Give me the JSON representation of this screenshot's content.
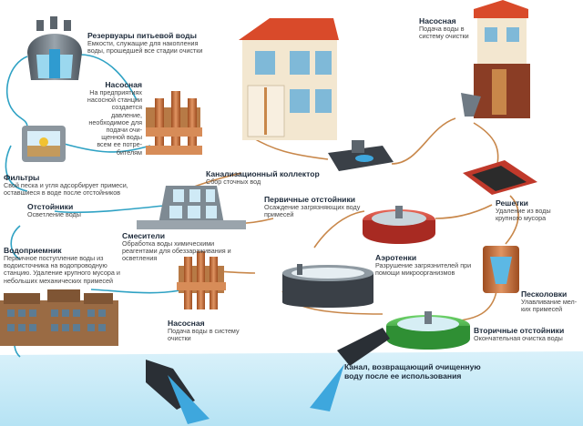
{
  "colors": {
    "pipe": "#2fa2c4",
    "water": "#8fd4ec",
    "brown_pipe": "#c8874a",
    "copper": "#c86d34",
    "building": "#f3e7d0",
    "roof": "#d94a2a",
    "tank_steel": "#6f7a84"
  },
  "labels": {
    "reservoirs": {
      "title": "Резервуары питьевой воды",
      "desc": "Емкости, служащие для накопления воды, прошедшей все стадии очистки"
    },
    "pump_upper": {
      "title": "Насосная",
      "desc": "На предприяти­ях насосной станции созда­ется давление, необходимое для подачи очи­щенной воды всем ее потре­бителям"
    },
    "filters": {
      "title": "Фильтры",
      "desc": "Свой песка и угля адсорбирует примеси, оставшиеся в воде после отстойников"
    },
    "settlers": {
      "title": "Отстойники",
      "desc": "Осветление воды"
    },
    "intake": {
      "title": "Водоприемник",
      "desc": "Первичное поступление воды из водоисточника на водопро­водную станцию. Удаление крупного мусора и небольших механических примесей"
    },
    "mixers": {
      "title": "Смесители",
      "desc": "Обработка воды химическими реагентами для обеззараживания и осветления"
    },
    "pump_lower": {
      "title": "Насосная",
      "desc": "Подача воды в систему очистки"
    },
    "collector": {
      "title": "Канализационный коллектор",
      "desc": "Сбор сточных вод"
    },
    "pump_right": {
      "title": "Насосная",
      "desc": "Подача воды в систему очистки"
    },
    "primary": {
      "title": "Первичные отстойники",
      "desc": "Осаждение загрязняющих воду примесей"
    },
    "grates": {
      "title": "Решетки",
      "desc": "Удаление из воды крупного мусора"
    },
    "aerotanks": {
      "title": "Аэротенки",
      "desc": "Разрушение загрязнителей при помощи микроорганизмов"
    },
    "sandtraps": {
      "title": "Песколовки",
      "desc": "Улавливание мел­ких примесей"
    },
    "secondary": {
      "title": "Вторичные отстойники",
      "desc": "Окончательная очистка воды"
    },
    "canal": {
      "title": "Канал, возвращающий очищенную воду после ее использования"
    }
  }
}
